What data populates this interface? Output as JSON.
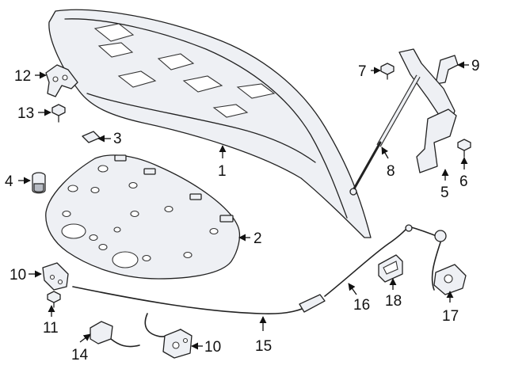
{
  "callouts": [
    {
      "id": "c1",
      "number": "1"
    },
    {
      "id": "c2",
      "number": "2"
    },
    {
      "id": "c3",
      "number": "3"
    },
    {
      "id": "c4",
      "number": "4"
    },
    {
      "id": "c5",
      "number": "5"
    },
    {
      "id": "c6",
      "number": "6"
    },
    {
      "id": "c7",
      "number": "7"
    },
    {
      "id": "c8",
      "number": "8"
    },
    {
      "id": "c9",
      "number": "9"
    },
    {
      "id": "c10a",
      "number": "10"
    },
    {
      "id": "c10b",
      "number": "10"
    },
    {
      "id": "c11",
      "number": "11"
    },
    {
      "id": "c12",
      "number": "12"
    },
    {
      "id": "c13",
      "number": "13"
    },
    {
      "id": "c14",
      "number": "14"
    },
    {
      "id": "c15",
      "number": "15"
    },
    {
      "id": "c16",
      "number": "16"
    },
    {
      "id": "c17",
      "number": "17"
    },
    {
      "id": "c18",
      "number": "18"
    }
  ]
}
